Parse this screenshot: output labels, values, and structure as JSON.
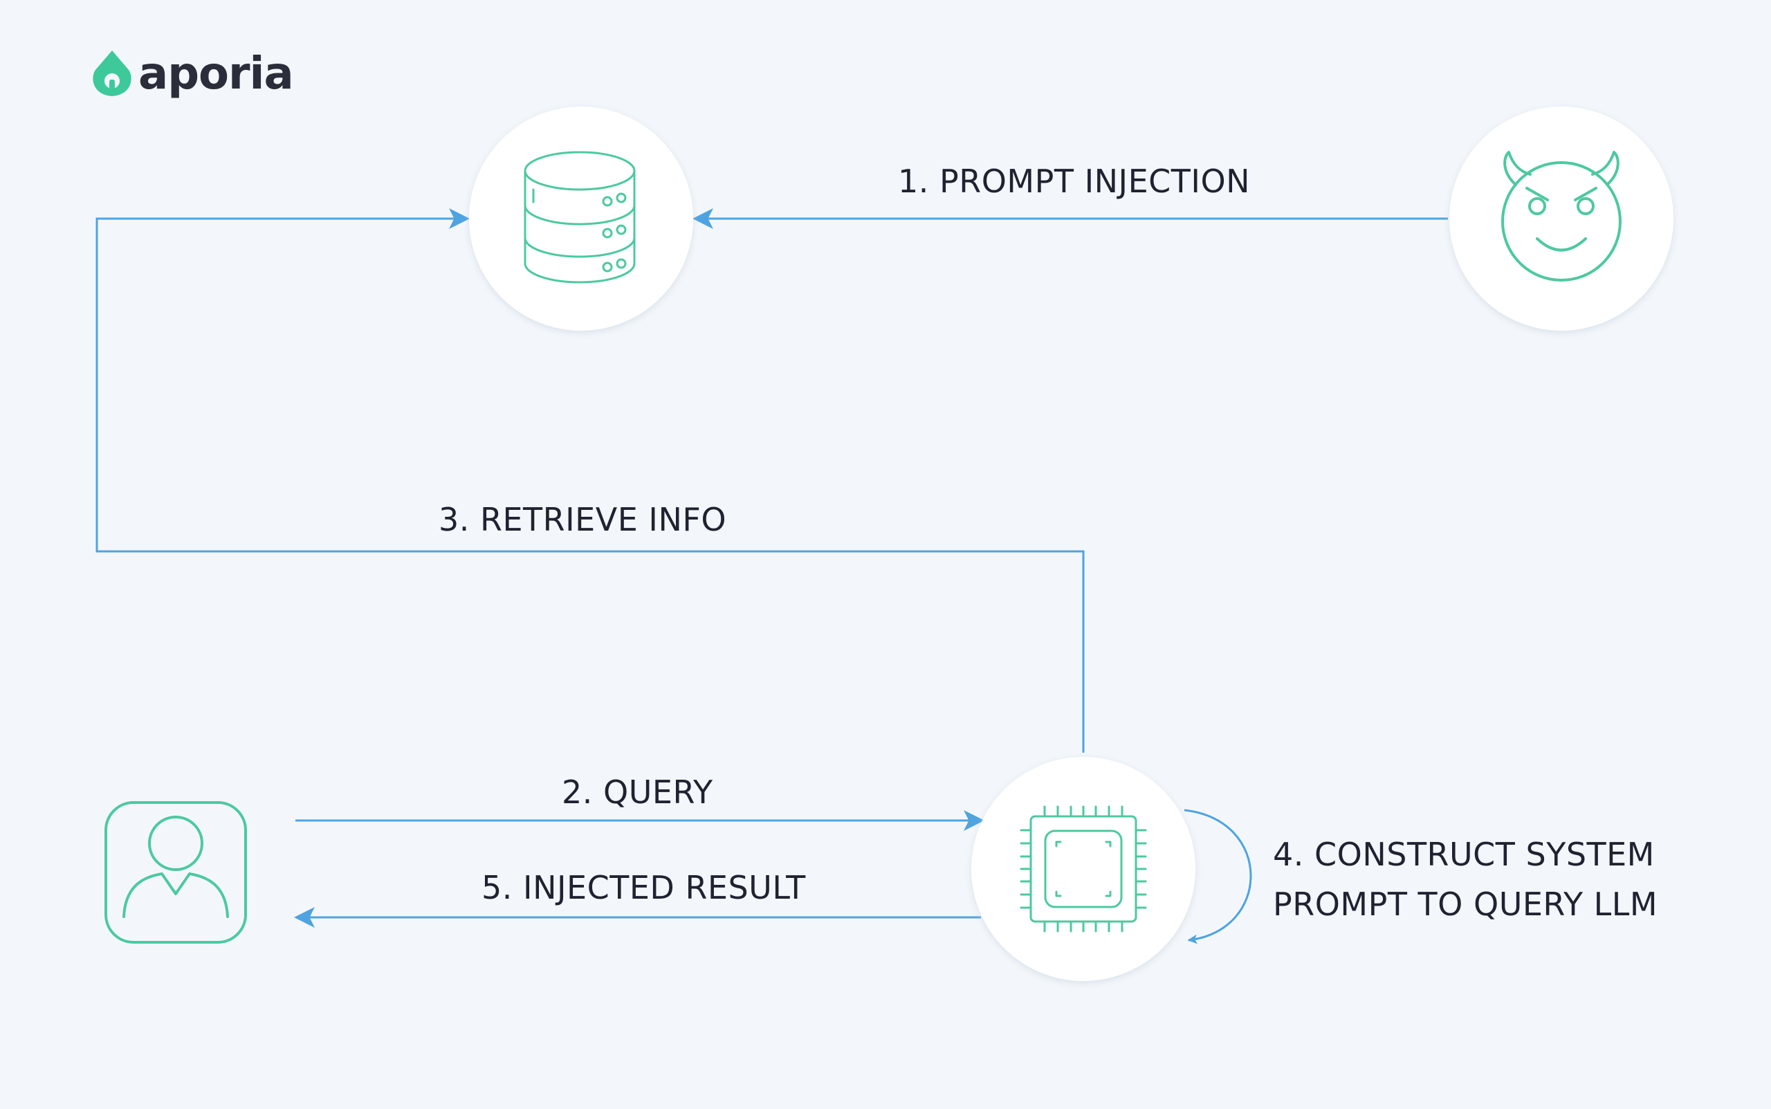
{
  "logo": {
    "text": "aporia",
    "icon": "aporia-drop-icon",
    "color": "#3ec99a"
  },
  "colors": {
    "background": "#f3f7fb",
    "arrow": "#4ea3e0",
    "icon": "#4cc9a0",
    "node_fill": "#ffffff",
    "text": "#1f2230"
  },
  "nodes": {
    "database": {
      "icon": "database-icon"
    },
    "attacker": {
      "icon": "devil-face-icon"
    },
    "user": {
      "icon": "user-icon"
    },
    "llm": {
      "icon": "chip-icon"
    }
  },
  "steps": {
    "step1": "1. PROMPT INJECTION",
    "step2": "2. QUERY",
    "step3": "3. RETRIEVE INFO",
    "step4_line1": "4. CONSTRUCT SYSTEM",
    "step4_line2": "PROMPT TO QUERY LLM",
    "step5": "5. INJECTED RESULT"
  }
}
